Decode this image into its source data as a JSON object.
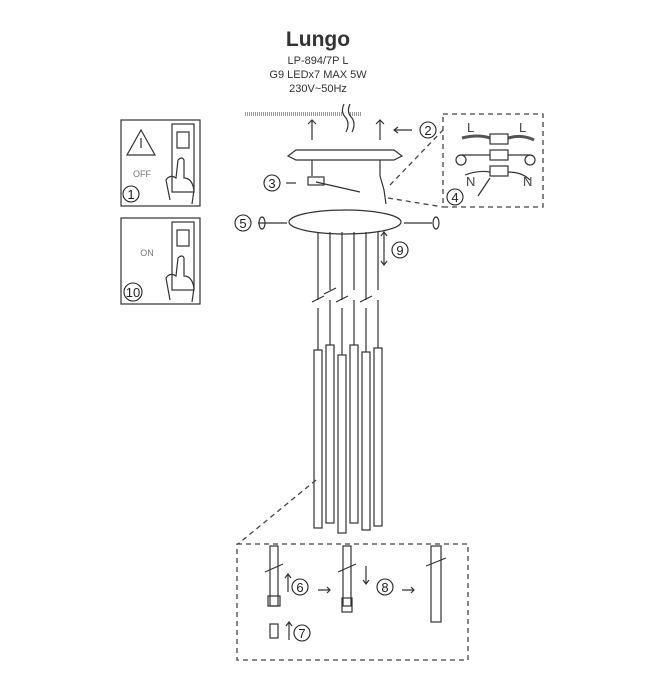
{
  "header": {
    "title": "Lungo",
    "model": "LP-894/7P L",
    "spec": "G9 LEDx7 MAX 5W",
    "voltage": "230V~50Hz"
  },
  "panels": {
    "off_label": "OFF",
    "on_label": "ON"
  },
  "wiring": {
    "live_left": "L",
    "live_right": "L",
    "neutral_left": "N",
    "neutral_right": "N"
  },
  "steps": [
    "1",
    "2",
    "3",
    "4",
    "5",
    "6",
    "7",
    "8",
    "9",
    "10"
  ]
}
